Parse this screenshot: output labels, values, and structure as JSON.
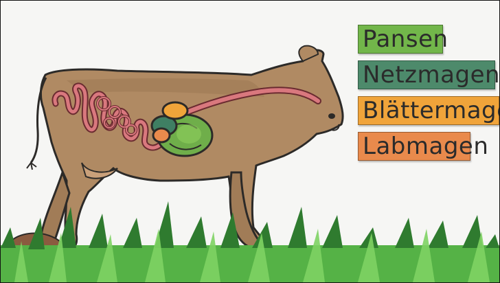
{
  "labels": [
    {
      "text": "Pansen",
      "color": "#72b64a"
    },
    {
      "text": "Netzmagen",
      "color": "#4d8a6b"
    },
    {
      "text": "Blättermagen",
      "color": "#f0a43a"
    },
    {
      "text": "Labmagen",
      "color": "#e98a4c"
    }
  ],
  "colors": {
    "cow_body": "#b08a63",
    "cow_outline": "#2c2a28",
    "cow_shadow": "#a17c57",
    "intestine": "#d9787e",
    "intestine_outline": "#6a2b30",
    "rumen": "#6fae4a",
    "reticulum": "#3f7f63",
    "omasum": "#f0a43a",
    "abomasum": "#e98a4c",
    "grass": "#55b246",
    "grass_dark": "#2f7b2f",
    "dung": "#8a5b3f"
  },
  "icons": [
    "cow-illustration",
    "intestine-coils",
    "stomach-chambers",
    "grass-strip",
    "dung-pile"
  ]
}
